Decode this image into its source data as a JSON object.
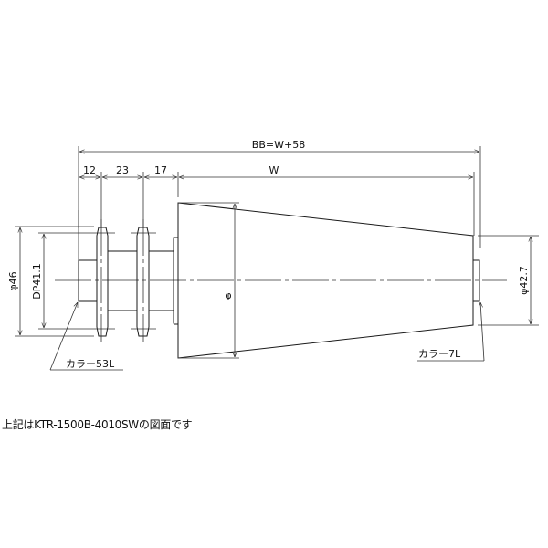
{
  "drawing": {
    "dimensions": {
      "overall": "BB=W+58",
      "seg1": "12",
      "seg2": "23",
      "seg3": "17",
      "seg4": "W",
      "outer_dia_left": "φ46",
      "pitch_dia": "DP41.1",
      "roller_dia": "φ",
      "outer_dia_right": "φ42.7"
    },
    "labels": {
      "left_collar": "カラー53L",
      "right_collar": "カラー7L"
    }
  },
  "caption": "上記はKTR-1500B-4010SWの図面です",
  "colors": {
    "line": "#1a1a1a",
    "background": "#ffffff"
  }
}
